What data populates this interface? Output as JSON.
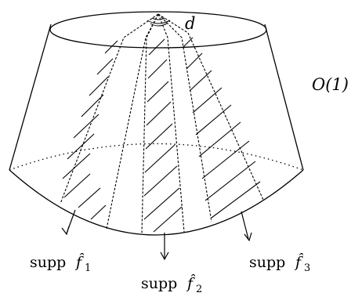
{
  "figure": {
    "label_d": "d",
    "label_o1": "O(1)",
    "supports": [
      {
        "word": "supp",
        "symbol": "f̂",
        "index": "1"
      },
      {
        "word": "supp",
        "symbol": "f̂",
        "index": "2"
      },
      {
        "word": "supp",
        "symbol": "f̂",
        "index": "3"
      }
    ]
  }
}
